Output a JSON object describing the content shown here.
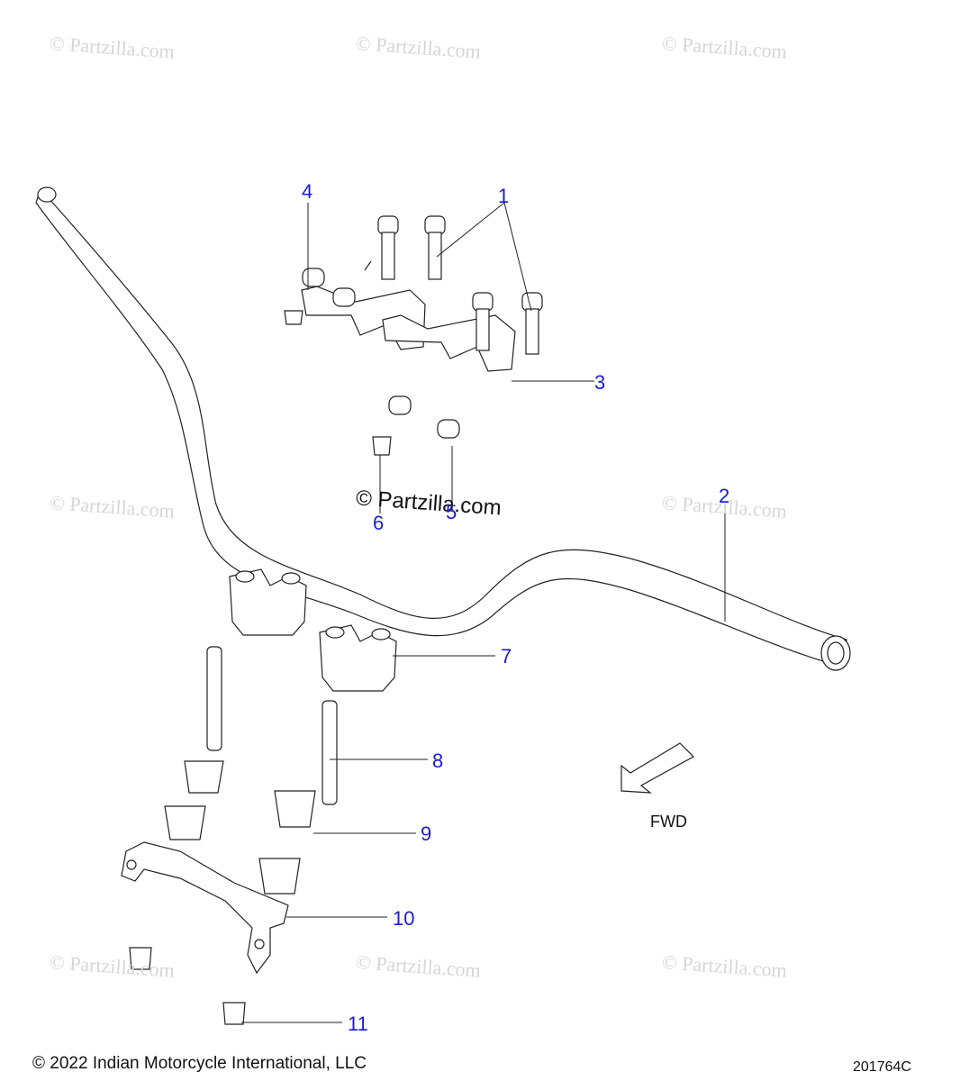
{
  "watermarks": [
    "© Partzilla.com",
    "© Partzilla.com",
    "© Partzilla.com",
    "© Partzilla.com",
    "© Partzilla.com",
    "© Partzilla.com",
    "© Partzilla.com",
    "© Partzilla.com"
  ],
  "center_watermark": "© Partzilla.com",
  "callouts": {
    "c1": "1",
    "c2": "2",
    "c3": "3",
    "c4": "4",
    "c5": "5",
    "c6": "6",
    "c7": "7",
    "c8": "8",
    "c9": "9",
    "c10": "10",
    "c11": "11"
  },
  "fwd_label": "FWD",
  "footer": {
    "copyright": "© 2022 Indian Motorcycle International, LLC",
    "part_number": "201764C"
  },
  "colors": {
    "callout": "#1a1ad6",
    "line": "#222222",
    "watermark": "#d6d6d6"
  }
}
